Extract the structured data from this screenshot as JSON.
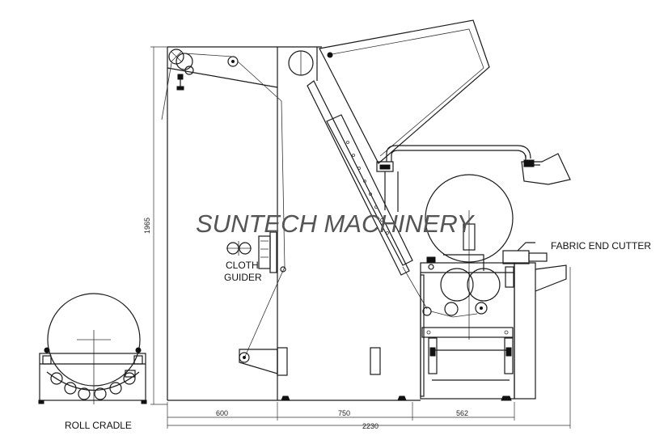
{
  "watermark": "SUNTECH MACHINERY",
  "labels": {
    "fabric_end_cutter": "FABRIC END CUTTER",
    "cloth_guider_line1": "CLOTH",
    "cloth_guider_line2": "GUIDER",
    "roll_cradle": "ROLL CRADLE"
  },
  "dimensions": {
    "height": "1965",
    "width_1": "600",
    "width_2": "750",
    "width_3": "562",
    "total_width": "2230"
  }
}
